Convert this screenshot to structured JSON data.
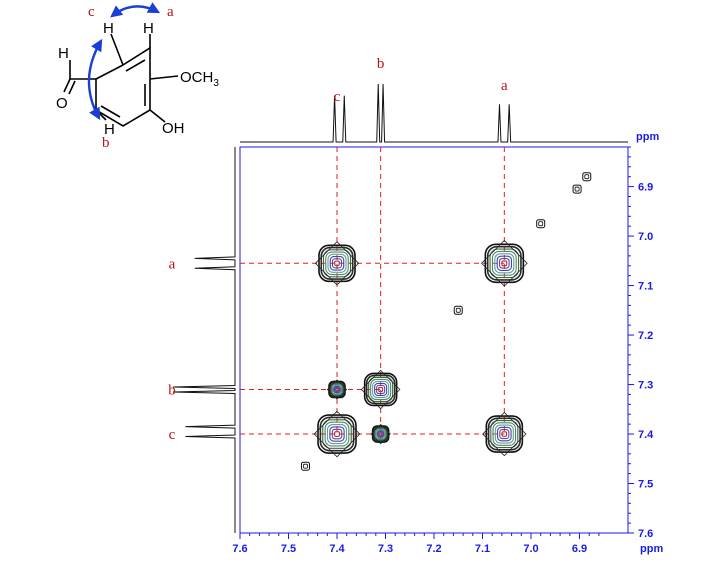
{
  "chart_data": {
    "type": "heatmap",
    "title": "",
    "axis_unit": "ppm",
    "x_axis": {
      "label": "ppm",
      "range": [
        7.6,
        6.8
      ],
      "ticks": [
        "7.6",
        "7.5",
        "7.4",
        "7.3",
        "7.2",
        "7.1",
        "7.0",
        "6.9"
      ],
      "tick_values": [
        7.6,
        7.5,
        7.4,
        7.3,
        7.2,
        7.1,
        7.0,
        6.9
      ]
    },
    "y_axis": {
      "label": "ppm",
      "range": [
        6.82,
        7.6
      ],
      "ticks": [
        "6.9",
        "7.0",
        "7.1",
        "7.2",
        "7.3",
        "7.4",
        "7.5",
        "7.6"
      ],
      "tick_values": [
        6.9,
        7.0,
        7.1,
        7.2,
        7.3,
        7.4,
        7.5,
        7.6
      ]
    },
    "grid": false,
    "axis_color": "#1a1ae6",
    "guide_color": "#e02020",
    "label_color": "#c01010",
    "arrow_color": "#1a3fd6",
    "diagonal_peaks": [
      {
        "x": 7.4,
        "y": 7.4,
        "label": "c"
      },
      {
        "x": 7.31,
        "y": 7.31,
        "label": "b"
      },
      {
        "x": 7.055,
        "y": 7.055,
        "label": "a"
      }
    ],
    "cross_peaks": [
      {
        "x": 7.4,
        "y": 7.055,
        "pair": "c-a"
      },
      {
        "x": 7.055,
        "y": 7.4,
        "pair": "a-c"
      },
      {
        "x": 7.4,
        "y": 7.31,
        "pair": "c-b"
      },
      {
        "x": 7.31,
        "y": 7.4,
        "pair": "b-c"
      }
    ],
    "noise_peaks": [
      {
        "x": 6.885,
        "y": 6.88
      },
      {
        "x": 6.905,
        "y": 6.905
      },
      {
        "x": 6.98,
        "y": 6.975
      },
      {
        "x": 7.15,
        "y": 7.15
      },
      {
        "x": 7.465,
        "y": 7.465
      }
    ],
    "projection_signals": [
      {
        "label": "c",
        "center": 7.4,
        "lines": [
          7.385,
          7.405
        ],
        "heights": [
          0.8,
          0.8
        ]
      },
      {
        "label": "b",
        "center": 7.31,
        "lines": [
          7.305,
          7.315
        ],
        "heights": [
          1.0,
          1.0
        ]
      },
      {
        "label": "a",
        "center": 7.055,
        "lines": [
          7.045,
          7.065
        ],
        "heights": [
          0.65,
          0.65
        ]
      }
    ],
    "peak_labels": [
      "a",
      "b",
      "c"
    ]
  },
  "molecule": {
    "atoms": {
      "h_ald": "H",
      "o_ald": "O",
      "h_c": "H",
      "h_a": "H",
      "h_b": "H",
      "och3_main": "OCH",
      "och3_sub": "3",
      "oh": "OH"
    },
    "labels": {
      "c": "c",
      "a": "a",
      "b": "b"
    }
  }
}
